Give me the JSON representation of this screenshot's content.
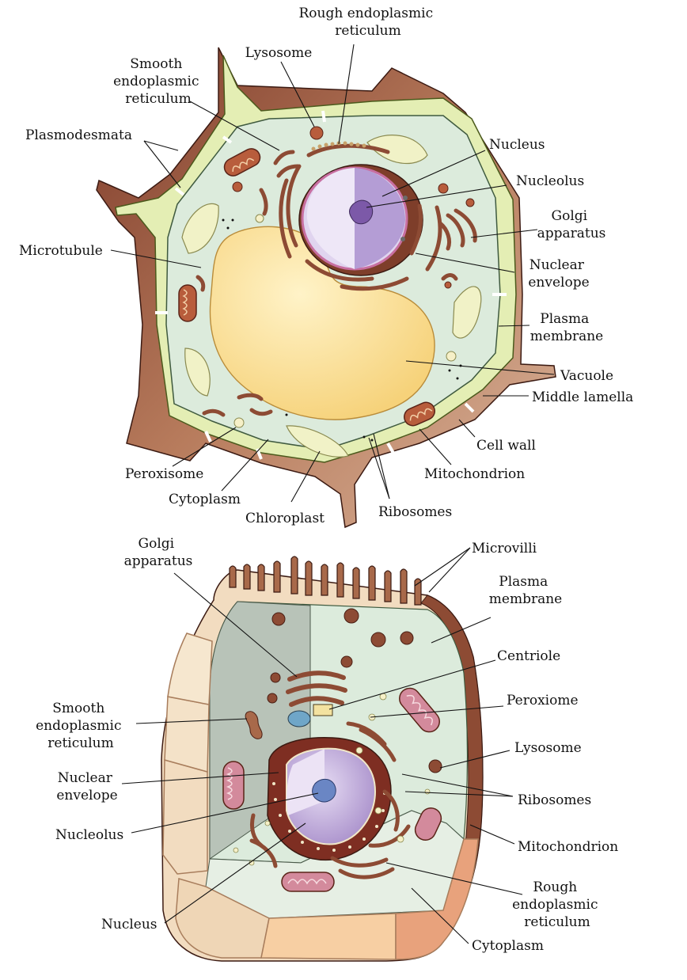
{
  "plant_cell": {
    "labels": {
      "rough_er": [
        "Rough endoplasmic",
        "reticulum"
      ],
      "lysosome": [
        "Lysosome"
      ],
      "smooth_er": [
        "Smooth",
        "endoplasmic",
        "reticulum"
      ],
      "plasmodesmata": [
        "Plasmodesmata"
      ],
      "nucleus": [
        "Nucleus"
      ],
      "nucleolus": [
        "Nucleolus"
      ],
      "golgi": [
        "Golgi",
        "apparatus"
      ],
      "microtubule": [
        "Microtubule"
      ],
      "nuclear_envelope": [
        "Nuclear",
        "envelope"
      ],
      "plasma_membrane": [
        "Plasma",
        "membrane"
      ],
      "vacuole": [
        "Vacuole"
      ],
      "middle_lamella": [
        "Middle lamella"
      ],
      "cell_wall": [
        "Cell wall"
      ],
      "mitochondrion": [
        "Mitochondrion"
      ],
      "peroxisome": [
        "Peroxisome"
      ],
      "cytoplasm": [
        "Cytoplasm"
      ],
      "chloroplast": [
        "Chloroplast"
      ],
      "ribosomes": [
        "Ribosomes"
      ]
    }
  },
  "animal_cell": {
    "labels": {
      "golgi": [
        "Golgi",
        "apparatus"
      ],
      "microvilli": [
        "Microvilli"
      ],
      "plasma_membrane": [
        "Plasma",
        "membrane"
      ],
      "centriole": [
        "Centriole"
      ],
      "peroxiome": [
        "Peroxiome"
      ],
      "smooth_er": [
        "Smooth",
        "endoplasmic",
        "reticulum"
      ],
      "lysosome": [
        "Lysosome"
      ],
      "nuclear_envelope": [
        "Nuclear",
        "envelope"
      ],
      "ribosomes": [
        "Ribosomes"
      ],
      "nucleolus": [
        "Nucleolus"
      ],
      "mitochondrion": [
        "Mitochondrion"
      ],
      "rough_er": [
        "Rough",
        "endoplasmic",
        "reticulum"
      ],
      "nucleus": [
        "Nucleus"
      ],
      "cytoplasm": [
        "Cytoplasm"
      ]
    }
  },
  "colors": {
    "cell_wall_brown": "#a8694a",
    "cell_wall_light": "#d7ae92",
    "wall_dark": "#6d2e22",
    "lamella_green": "#e4eeb4",
    "cytoplasm": "#dcebdc",
    "vacuole": "#fbe6a4",
    "chloroplast": "#f1f2c7",
    "nucleus_purple": "#b49dd5",
    "nucleolus": "#7c59a8",
    "organelle_brown": "#8d4b34",
    "animal_grey": "#b8c3b8",
    "animal_tan": "#f2dcc0",
    "animal_orange": "#e8a27c"
  }
}
